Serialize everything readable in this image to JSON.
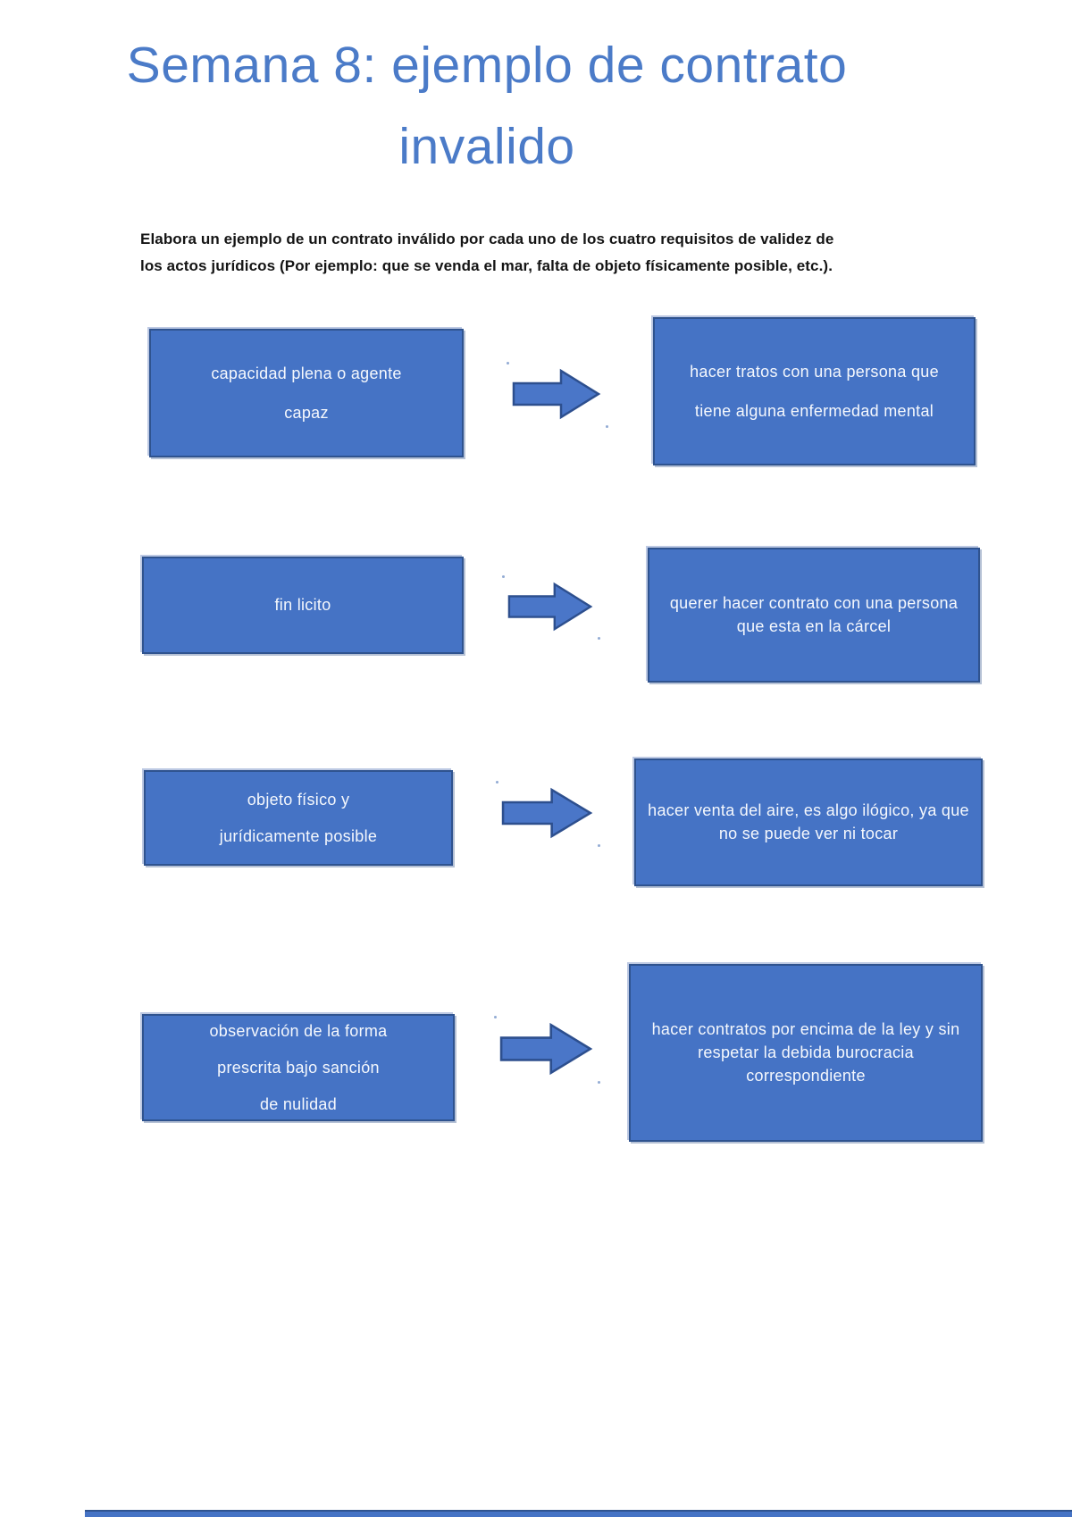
{
  "page": {
    "title_lines": [
      "Semana 8: ejemplo de contrato",
      "invalido"
    ],
    "intro_lines": [
      "Elabora un ejemplo de un contrato inválido por cada uno de los cuatro requisitos de validez de",
      "los actos jurídicos (Por ejemplo: que se venda el mar, falta de objeto físicamente posible, etc.)."
    ]
  },
  "colors": {
    "title_blue": "#4b7bc8",
    "box_fill": "#4573c5",
    "box_border": "#2f538f",
    "box_text": "#f5f8fd",
    "body_text": "#141414"
  },
  "rows": [
    {
      "requirement_lines": [
        "capacidad plena o agente",
        "capaz"
      ],
      "example_lines": [
        "hacer tratos con una persona que",
        "tiene alguna enfermedad mental"
      ]
    },
    {
      "requirement_lines": [
        "fin licito"
      ],
      "example_lines": [
        "querer hacer contrato con una persona",
        "que esta en la cárcel"
      ]
    },
    {
      "requirement_lines": [
        "objeto físico y",
        "jurídicamente posible"
      ],
      "example_lines": [
        "hacer venta del aire, es algo ilógico, ya que",
        "no se puede ver ni tocar"
      ]
    },
    {
      "requirement_lines": [
        "observación de la forma",
        "prescrita bajo sanción",
        "de nulidad"
      ],
      "example_lines": [
        "hacer contratos por encima de la ley y sin",
        "respetar la debida burocracia",
        "correspondiente"
      ]
    }
  ]
}
